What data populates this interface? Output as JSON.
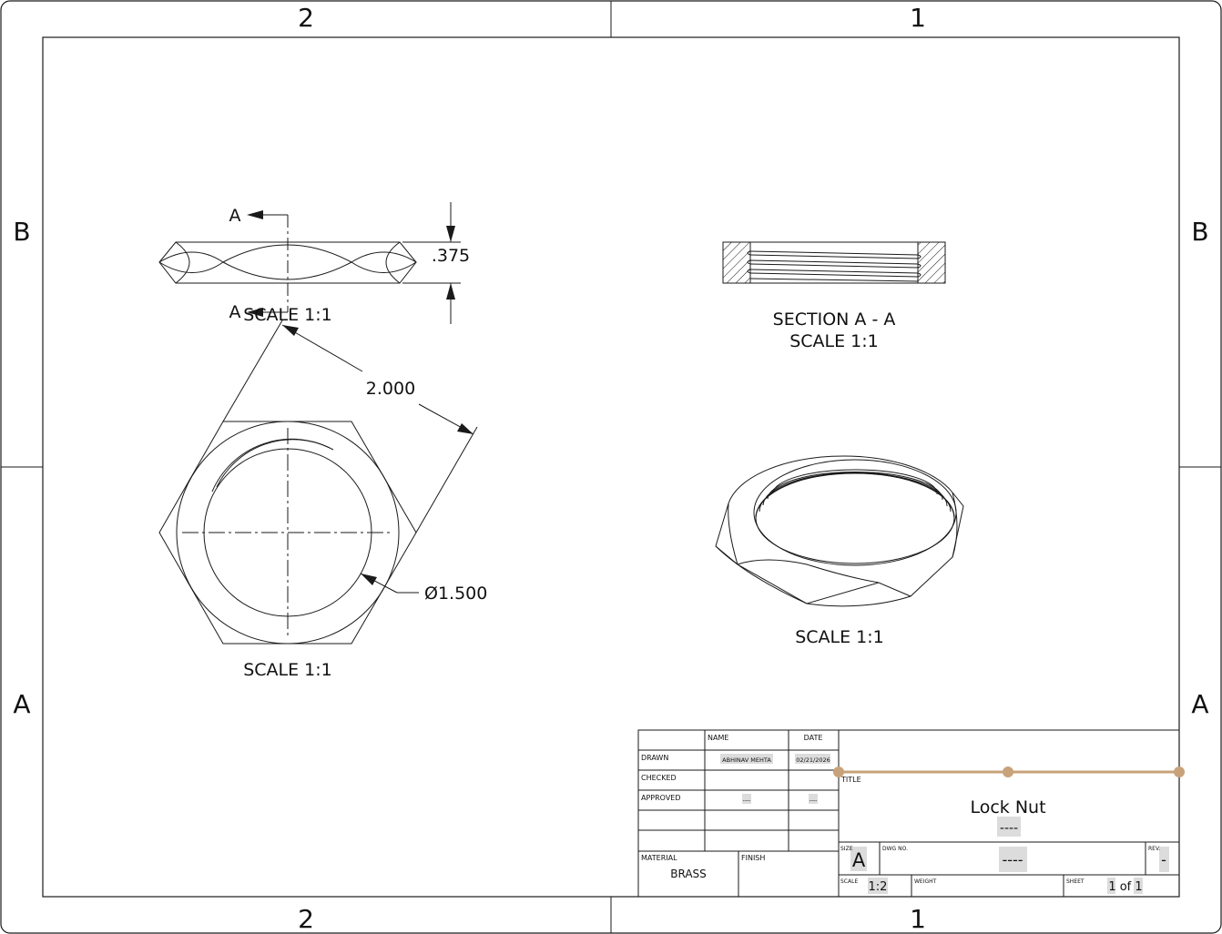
{
  "zones": {
    "top_left": "2",
    "top_right": "1",
    "bottom_left": "2",
    "bottom_right": "1",
    "left_upper": "B",
    "left_lower": "A",
    "right_upper": "B",
    "right_lower": "A"
  },
  "views": {
    "side_scale": "SCALE 1:1",
    "front_scale": "SCALE 1:1",
    "section_title": "SECTION A - A",
    "section_scale": "SCALE 1:1",
    "iso_scale": "SCALE 1:1",
    "section_marker_top": "A",
    "section_marker_bottom": "A"
  },
  "dimensions": {
    "thickness": ".375",
    "across_corners": "2.000",
    "bore": "Ø1.500"
  },
  "title_block": {
    "headers": {
      "name": "NAME",
      "date": "DATE"
    },
    "rows": {
      "drawn_label": "DRAWN",
      "drawn_name": "ABHINAV MEHTA",
      "drawn_date": "02/21/2026",
      "checked_label": "CHECKED",
      "approved_label": "APPROVED",
      "approved_name": "----",
      "approved_date": "----"
    },
    "material_label": "MATERIAL",
    "material_value": "BRASS",
    "finish_label": "FINISH",
    "title_label": "TITLE",
    "title_value": "Lock Nut",
    "title_sub": "----",
    "size_label": "SIZE",
    "size_value": "A",
    "dwg_label": "DWG NO.",
    "dwg_value": "----",
    "rev_label": "REV.",
    "rev_value": "-",
    "scale_label": "SCALE",
    "scale_value": "1:2",
    "weight_label": "WEIGHT",
    "sheet_label": "SHEET",
    "sheet_value": "1 of 1"
  },
  "colors": {
    "line": "#1a1a1a",
    "highlight": "#dcdcdc",
    "handle": "#c8a27a"
  }
}
